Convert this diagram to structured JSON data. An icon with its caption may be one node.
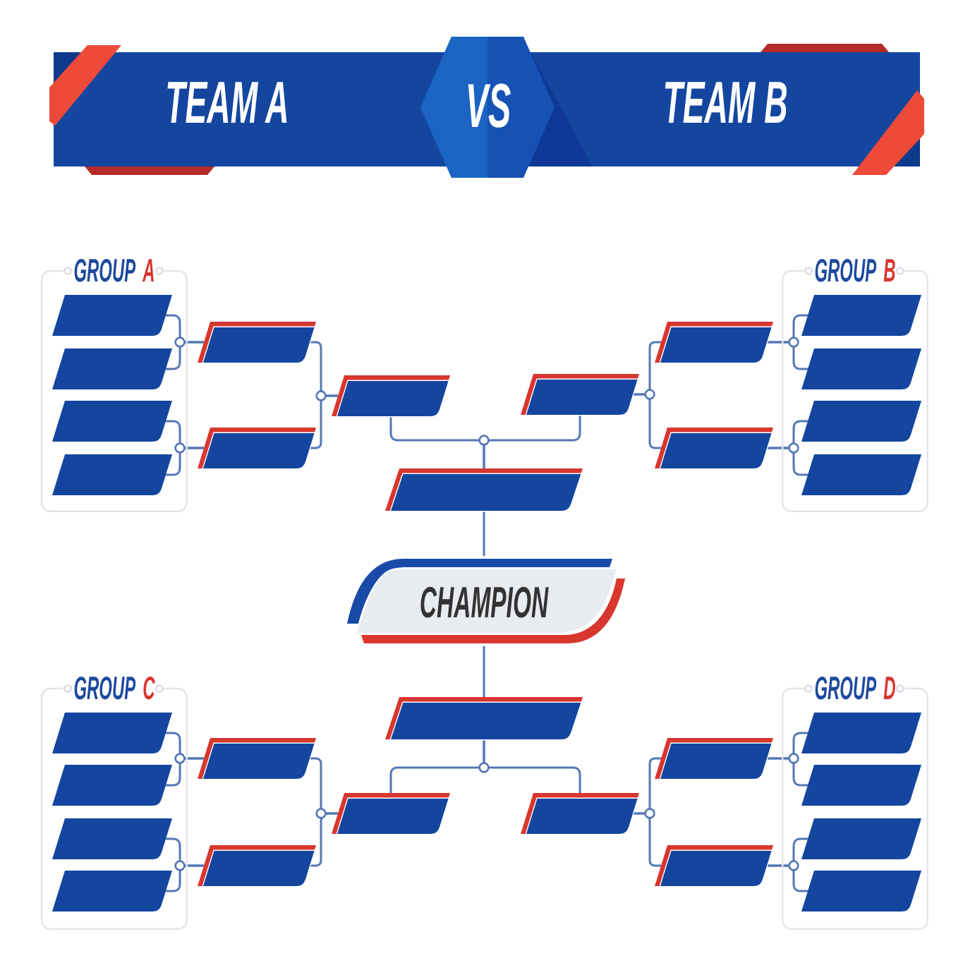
{
  "diagram": {
    "nodes": [
      {
        "text": [
          "TEAM A",
          "TEAM B"
        ]
      },
      {
        "text": [
          "VS"
        ]
      },
      {
        "text": [
          "GROUP A"
        ]
      },
      {
        "text": [],
        "shape": "parallelogram",
        "in": 2
      },
      {
        "text": [],
        "shape": "parallelogram",
        "in": 2
      },
      {
        "text": [],
        "shape": "parallelogram",
        "in": 2
      },
      {
        "text": [],
        "shape": "parallelogram",
        "in": 2
      },
      {
        "text": [],
        "shape": "parallelogram"
      },
      {
        "text": [],
        "shape": "parallelogram"
      },
      {
        "text": [],
        "shape": "parallelogram"
      },
      {
        "text": [
          "GROUP B"
        ]
      },
      {
        "text": [],
        "shape": "parallelogram",
        "in": 10
      },
      {
        "text": [],
        "shape": "parallelogram",
        "in": 10
      },
      {
        "text": [],
        "shape": "parallelogram",
        "in": 10
      },
      {
        "text": [],
        "shape": "parallelogram",
        "in": 10
      },
      {
        "text": [],
        "shape": "parallelogram"
      },
      {
        "text": [],
        "shape": "parallelogram"
      },
      {
        "text": [],
        "shape": "parallelogram"
      },
      {
        "text": [],
        "shape": "parallelogram"
      },
      {
        "text": [
          "CHAMPION"
        ]
      },
      {
        "text": [],
        "shape": "parallelogram"
      },
      {
        "text": [
          "GROUP C"
        ]
      },
      {
        "text": [],
        "shape": "parallelogram",
        "in": 21
      },
      {
        "text": [],
        "shape": "parallelogram",
        "in": 21
      },
      {
        "text": [],
        "shape": "parallelogram",
        "in": 21
      },
      {
        "text": [],
        "shape": "parallelogram",
        "in": 21
      },
      {
        "text": [],
        "shape": "parallelogram"
      },
      {
        "text": [],
        "shape": "parallelogram"
      },
      {
        "text": [],
        "shape": "parallelogram"
      },
      {
        "text": [
          "GROUP D"
        ]
      },
      {
        "text": [],
        "shape": "parallelogram",
        "in": 29
      },
      {
        "text": [],
        "shape": "parallelogram",
        "in": 29
      },
      {
        "text": [],
        "shape": "parallelogram",
        "in": 29
      },
      {
        "text": [],
        "shape": "parallelogram",
        "in": 29
      },
      {
        "text": [],
        "shape": "parallelogram"
      },
      {
        "text": [],
        "shape": "parallelogram"
      },
      {
        "text": [],
        "shape": "parallelogram"
      }
    ],
    "edges": [
      {
        "from": 3,
        "to": 7,
        "arrow": "none"
      },
      {
        "from": 4,
        "to": 7,
        "arrow": "none"
      },
      {
        "from": 5,
        "to": 8,
        "arrow": "none"
      },
      {
        "from": 6,
        "to": 8,
        "arrow": "none"
      },
      {
        "from": 7,
        "to": 9,
        "arrow": "none"
      },
      {
        "from": 8,
        "to": 9,
        "arrow": "none"
      },
      {
        "from": 9,
        "to": 18,
        "arrow": "none"
      },
      {
        "from": 11,
        "to": 15,
        "arrow": "none"
      },
      {
        "from": 12,
        "to": 15,
        "arrow": "none"
      },
      {
        "from": 13,
        "to": 16,
        "arrow": "none"
      },
      {
        "from": 14,
        "to": 16,
        "arrow": "none"
      },
      {
        "from": 15,
        "to": 17,
        "arrow": "none"
      },
      {
        "from": 16,
        "to": 17,
        "arrow": "none"
      },
      {
        "from": 17,
        "to": 18,
        "arrow": "none"
      },
      {
        "from": 18,
        "to": 19,
        "arrow": "none"
      },
      {
        "from": 20,
        "to": 19,
        "arrow": "none"
      },
      {
        "from": 22,
        "to": 26,
        "arrow": "none"
      },
      {
        "from": 23,
        "to": 26,
        "arrow": "none"
      },
      {
        "from": 24,
        "to": 27,
        "arrow": "none"
      },
      {
        "from": 25,
        "to": 27,
        "arrow": "none"
      },
      {
        "from": 26,
        "to": 28,
        "arrow": "none"
      },
      {
        "from": 27,
        "to": 28,
        "arrow": "none"
      },
      {
        "from": 28,
        "to": 20,
        "arrow": "none"
      },
      {
        "from": 30,
        "to": 34,
        "arrow": "none"
      },
      {
        "from": 31,
        "to": 34,
        "arrow": "none"
      },
      {
        "from": 32,
        "to": 35,
        "arrow": "none"
      },
      {
        "from": 33,
        "to": 35,
        "arrow": "none"
      },
      {
        "from": 34,
        "to": 36,
        "arrow": "none"
      },
      {
        "from": 35,
        "to": 36,
        "arrow": "none"
      },
      {
        "from": 36,
        "to": 20,
        "arrow": "none"
      }
    ]
  }
}
